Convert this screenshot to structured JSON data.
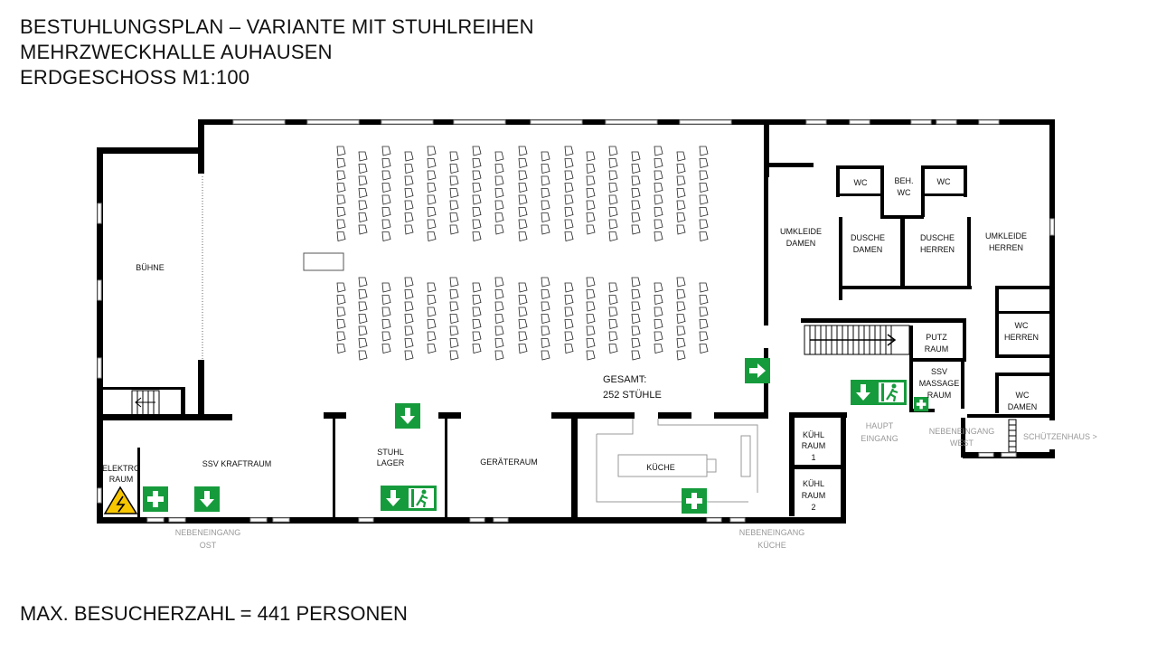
{
  "title": {
    "line1": "BESTUHLUNGSPLAN – VARIANTE MIT STUHLREIHEN",
    "line2": "MEHRZWECKHALLE AUHAUSEN",
    "line3": "ERDGESCHOSS M1:100"
  },
  "footer": "MAX. BESUCHERZAHL = 441 PERSONEN",
  "colors": {
    "wall": "#000000",
    "exit_green": "#169b3c",
    "warning_yellow": "#f7c600",
    "light_text": "#999999"
  },
  "rooms": {
    "buehne": "BÜHNE",
    "elektro_1": "ELEKTRO",
    "elektro_2": "RAUM",
    "kraftraum": "SSV KRAFTRAUM",
    "stuhllager_1": "STUHL",
    "stuhllager_2": "LAGER",
    "geraeteraum": "GERÄTERAUM",
    "kueche": "KÜCHE",
    "kuehl1_1": "KÜHL",
    "kuehl1_2": "RAUM",
    "kuehl1_3": "1",
    "kuehl2_1": "KÜHL",
    "kuehl2_2": "RAUM",
    "kuehl2_3": "2",
    "umkleide_damen_1": "UMKLEIDE",
    "umkleide_damen_2": "DAMEN",
    "dusche_damen_1": "DUSCHE",
    "dusche_damen_2": "DAMEN",
    "dusche_herren_1": "DUSCHE",
    "dusche_herren_2": "HERREN",
    "umkleide_herren_1": "UMKLEIDE",
    "umkleide_herren_2": "HERREN",
    "wc_left": "WC",
    "beh_wc_1": "BEH.",
    "beh_wc_2": "WC",
    "wc_right": "WC",
    "putz_1": "PUTZ",
    "putz_2": "RAUM",
    "wc_herren_1": "WC",
    "wc_herren_2": "HERREN",
    "ssv_1": "SSV",
    "ssv_2": "MASSAGE",
    "ssv_3": "RAUM",
    "wc_damen_1": "WC",
    "wc_damen_2": "DAMEN"
  },
  "seats": {
    "total_1": "GESAMT:",
    "total_2": "252 STÜHLE"
  },
  "entrances": {
    "ost_1": "NEBENEINGANG",
    "ost_2": "OST",
    "kueche_1": "NEBENEINGANG",
    "kueche_2": "KÜCHE",
    "haupt_1": "HAUPT",
    "haupt_2": "EINGANG",
    "west_1": "NEBENEINGANG",
    "west_2": "WEST",
    "schuetzenhaus": "SCHÜTZENHAUS >"
  }
}
